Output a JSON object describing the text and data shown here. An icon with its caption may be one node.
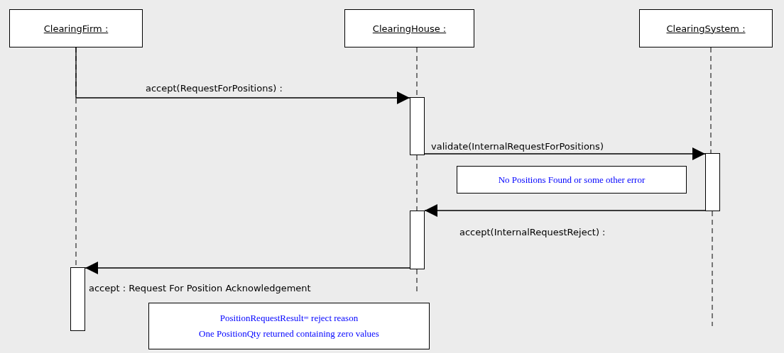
{
  "diagram": {
    "nodes": [
      {
        "text": [
          "ClearingFirm :"
        ]
      },
      {
        "text": [
          "ClearingHouse :"
        ]
      },
      {
        "text": [
          "ClearingSystem :"
        ]
      },
      {
        "text": [],
        "shape": "bar"
      },
      {
        "text": [],
        "shape": "bar"
      },
      {
        "text": [],
        "shape": "bar"
      },
      {
        "text": [],
        "shape": "bar"
      },
      {
        "text": [
          "No Positions Found or some other error"
        ]
      },
      {
        "text": [
          "PositionRequestResult= reject reason",
          "One PositionQty returned containing zero values"
        ]
      }
    ],
    "edges": [
      {
        "from": 0,
        "to": 3,
        "arrow": "to",
        "label": "accept(RequestForPositions) :"
      },
      {
        "from": 3,
        "to": 4,
        "arrow": "to",
        "label": "validate(InternalRequestForPositions)"
      },
      {
        "from": 4,
        "to": 5,
        "arrow": "to",
        "label": "accept(InternalRequestReject) :"
      },
      {
        "from": 5,
        "to": 6,
        "arrow": "to",
        "label": "accept : Request For Position Acknowledgement"
      },
      {
        "from": 0,
        "to": 6,
        "arrow": "none",
        "style": "dashed"
      },
      {
        "from": 1,
        "to": 3,
        "arrow": "none",
        "style": "dashed"
      },
      {
        "from": 3,
        "to": 5,
        "arrow": "none",
        "style": "dashed"
      },
      {
        "from": 5,
        "to": null,
        "arrow": "none",
        "style": "dashed"
      },
      {
        "from": 2,
        "to": 4,
        "arrow": "none",
        "style": "dashed"
      },
      {
        "from": 4,
        "to": null,
        "arrow": "none",
        "style": "dashed"
      }
    ]
  }
}
